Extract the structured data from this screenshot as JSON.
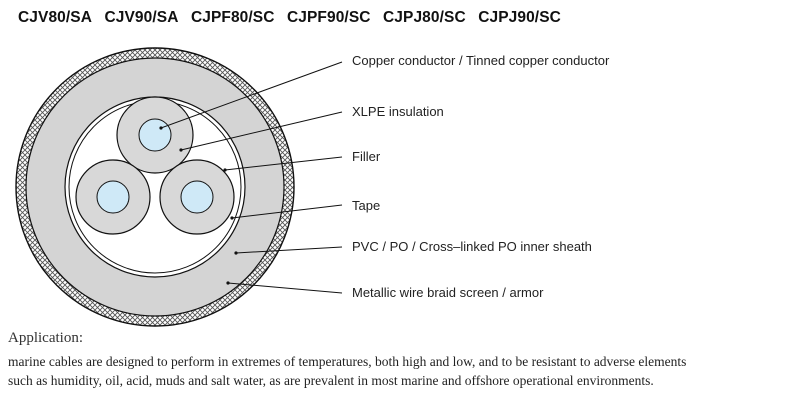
{
  "models": [
    "CJV80/SA",
    "CJV90/SA",
    "CJPF80/SC",
    "CJPF90/SC",
    "CJPJ80/SC",
    "CJPJ90/SC"
  ],
  "labels": {
    "conductor": "Copper conductor / Tinned copper conductor",
    "insulation": "XLPE insulation",
    "filler": "Filler",
    "tape": "Tape",
    "inner_sheath": "PVC / PO / Cross–linked PO inner sheath",
    "braid": "Metallic wire braid screen / armor"
  },
  "application": {
    "title": "Application:",
    "text": "marine cables are designed to perform in extremes of temperatures, both high and low, and to be resistant to adverse elements such as humidity, oil, acid, muds and salt water, as are prevalent in most marine and offshore operational environments."
  },
  "colors": {
    "conductor": "#cfe9f7",
    "insulation": "#d8d8d8",
    "sheath": "#d4d4d4",
    "braid": "#8a8a8a",
    "line": "#111111"
  }
}
